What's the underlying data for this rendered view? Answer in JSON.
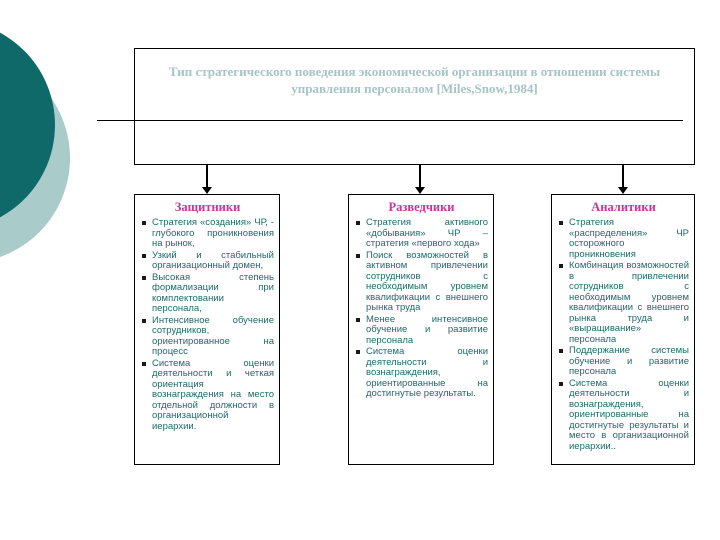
{
  "slide": {
    "title": "Тип стратегического поведения экономической организации в отношении системы управления персоналом [Miles,Snow,1984]"
  },
  "colors": {
    "accent_dark_teal": "#0e6968",
    "accent_light_teal": "#a9cbc9",
    "title_text": "#a6c4c3",
    "header_pink": "#cc3399",
    "body_teal": "#1f6a6a"
  },
  "columns": [
    {
      "header": "Защитники",
      "bullets": [
        "Стратегия «создания» ЧР, - глубокого проникновения на рынок,",
        "Узкий и стабильный организационный домен,",
        "Высокая степень формализации при комплектовании персонала,",
        "Интенсивное обучение сотрудников, ориентированное на процесс",
        "Система оценки деятельности и четкая ориентация вознаграждения на место отдельной должности в организационной иерархии."
      ]
    },
    {
      "header": "Разведчики",
      "bullets": [
        "Стратегия активного «добывания» ЧР – стратегия «первого хода»",
        "Поиск возможностей в активном привлечении сотрудников с необходимым уровнем квалификации с внешнего рынка труда",
        "Менее интенсивное обучение и развитие персонала",
        "Система оценки деятельности и вознаграждения, ориентированные на достигнутые результаты."
      ]
    },
    {
      "header": "Аналитики",
      "bullets": [
        "Стратегия «распределения» ЧР осторожного проникновения",
        "Комбинация возможностей в привлечении сотрудников с необходимым уровнем квалификации с внешнего рынка труда и «выращивание» персонала",
        "Поддержание системы обучение и развитие персонала",
        "Система оценки деятельности и вознаграждения, ориентированные на достигнутые результаты и место в организационной иерархии.."
      ]
    }
  ]
}
